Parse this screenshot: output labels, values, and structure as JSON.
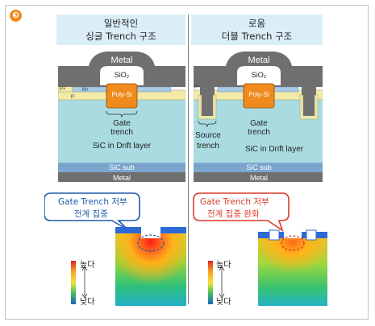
{
  "figure": {
    "number": "❸",
    "left": {
      "header_line1": "일반적인",
      "header_line2": "싱글 Trench 구조",
      "labels": {
        "metal_top": "Metal",
        "oxide": "SiO₂",
        "poly": "Poly-Si",
        "p_plus": "P+",
        "n_plus": "N+",
        "p": "P",
        "gate_trench_1": "Gate",
        "gate_trench_2": "trench",
        "drift": "SiC in Drift layer",
        "sub": "SiC sub",
        "metal_bottom": "Metal"
      },
      "callout_line1": "Gate Trench 저부",
      "callout_line2": "전계 집중",
      "legend_high": "높다",
      "legend_low": "낮다",
      "callout_color": "#1f5aa8"
    },
    "right": {
      "header_line1": "로옴",
      "header_line2": "더블 Trench 구조",
      "labels": {
        "metal_top": "Metal",
        "oxide": "SiO₂",
        "poly": "Poly-Si",
        "p_plus": "P+",
        "gate_trench_1": "Gate",
        "gate_trench_2": "trench",
        "source_1": "Source",
        "source_2": "trench",
        "drift": "SiC in Drift layer",
        "sub": "SiC sub",
        "metal_bottom": "Metal"
      },
      "callout_line1": "Gate Trench 저부",
      "callout_line2": "전계 집중 완화",
      "legend_high": "높다",
      "legend_low": "낮다",
      "callout_color": "#d73a2a"
    },
    "colors": {
      "metal": "#6f6f6f",
      "oxide": "#ffffff",
      "poly": "#f08a1c",
      "p_layer": "#f2eaa6",
      "n_layer": "#a9cbe6",
      "drift": "#a9dbe0",
      "sub": "#7da7cf",
      "header_bg": "#dbeef7"
    }
  }
}
